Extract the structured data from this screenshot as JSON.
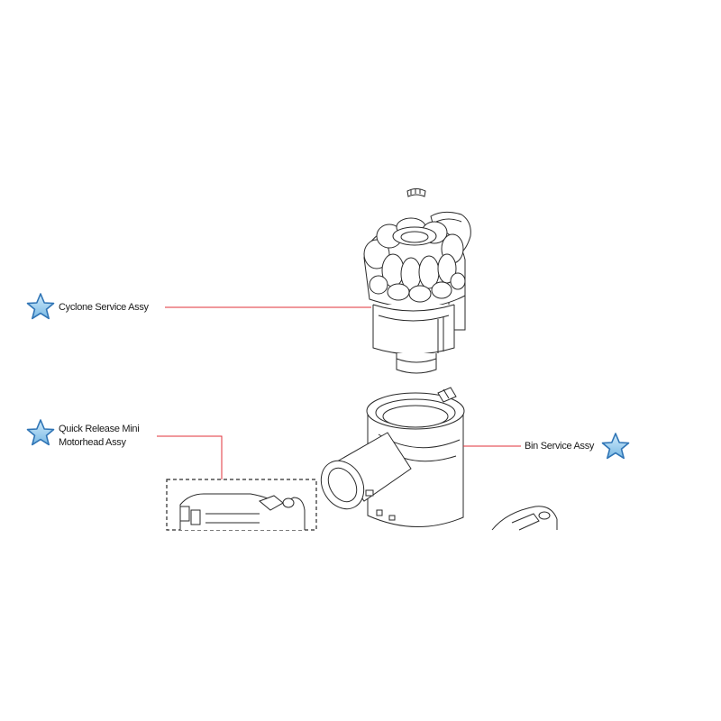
{
  "callouts": {
    "cyclone": {
      "label": "Cyclone Service Assy"
    },
    "motorhead": {
      "line1": "Quick Release Mini",
      "line2": "Motorhead Assy"
    },
    "bin": {
      "label": "Bin Service Assy"
    }
  },
  "colors": {
    "leader": "#e0303a",
    "star_fill": "#9fd3f0",
    "star_stroke": "#2f74b5",
    "part_stroke": "#2a2a2a",
    "part_fill": "#ffffff"
  },
  "icons": [
    "star-icon"
  ]
}
